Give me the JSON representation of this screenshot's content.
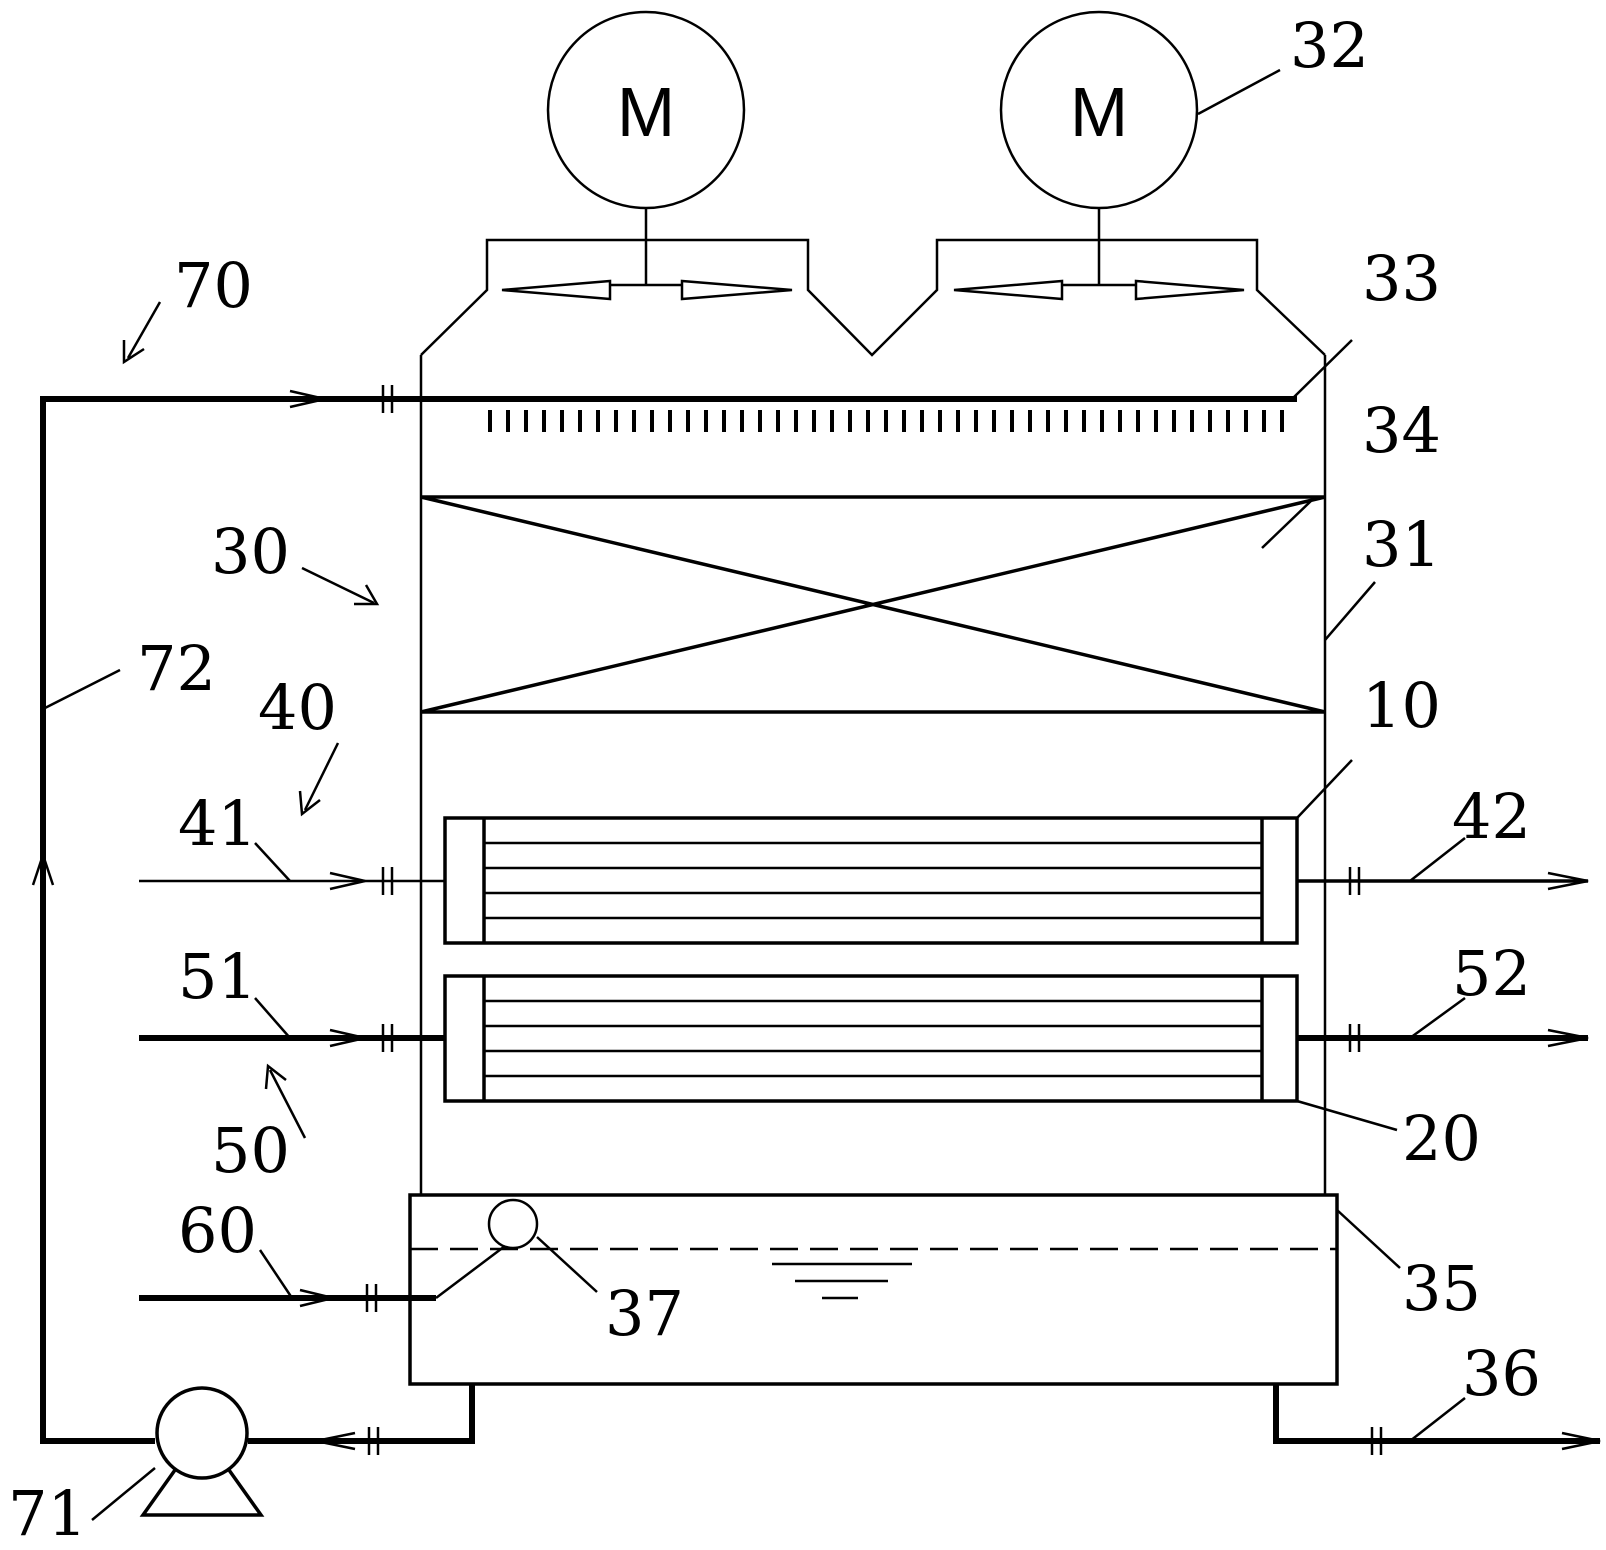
{
  "motor_letter": "M",
  "labels": {
    "l10": "10",
    "l20": "20",
    "l30": "30",
    "l31": "31",
    "l32": "32",
    "l33": "33",
    "l34": "34",
    "l35": "35",
    "l36": "36",
    "l37": "37",
    "l40": "40",
    "l41": "41",
    "l42": "42",
    "l50": "50",
    "l51": "51",
    "l52": "52",
    "l60": "60",
    "l70": "70",
    "l71": "71",
    "l72": "72"
  }
}
